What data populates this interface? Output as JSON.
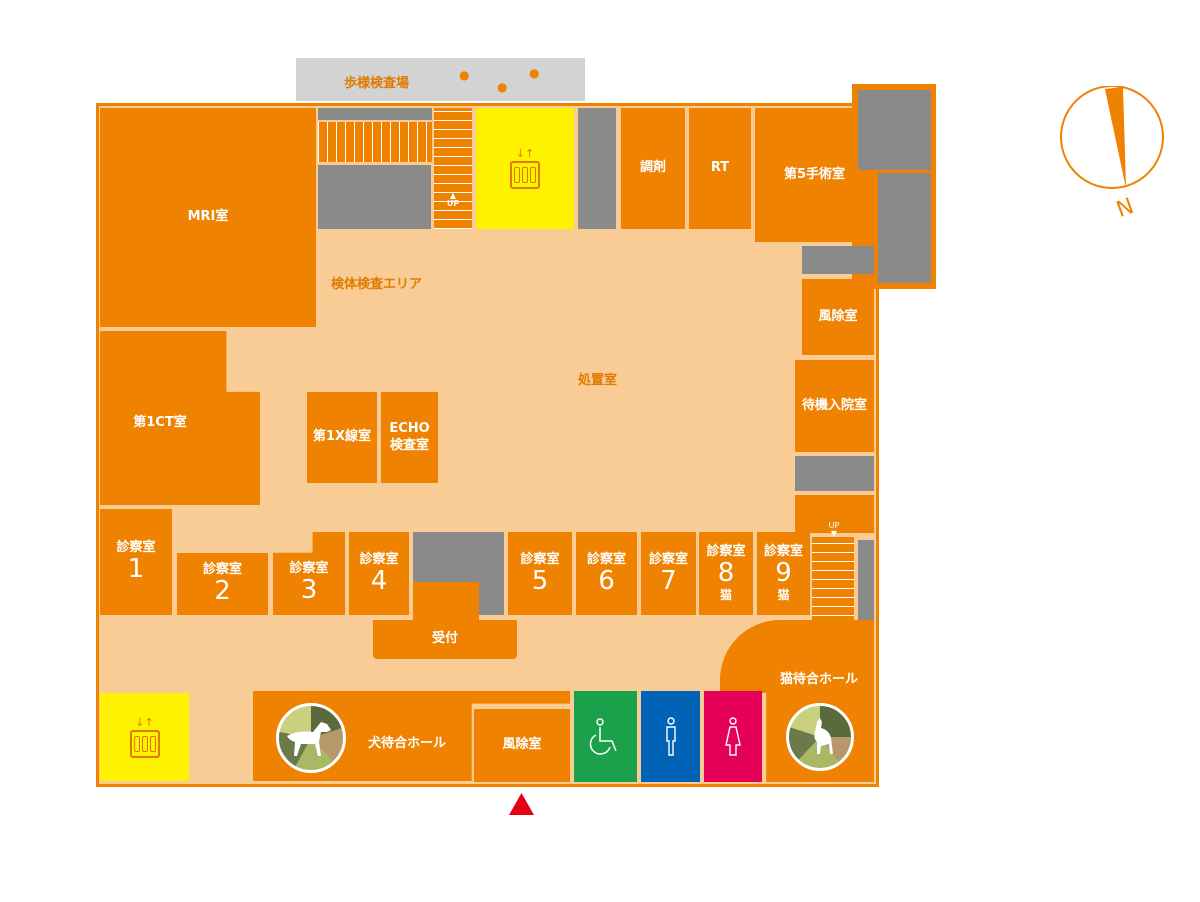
{
  "walk_area": {
    "label": "歩様検査場"
  },
  "compass": {
    "label": "N"
  },
  "corridors": {
    "specimen_area": "検体検査エリア",
    "treatment_room": "処置室"
  },
  "rooms": {
    "mri": "MRI室",
    "ct1": "第1CT室",
    "xray1": "第1X線室",
    "echo_line1": "ECHO",
    "echo_line2": "検査室",
    "dispensing": "調剤",
    "rt": "RT",
    "surgery5": "第5手術室",
    "windbreak_north": "風除室",
    "waiting_admission": "待機入院室",
    "reception": "受付",
    "dog_waiting_hall": "犬待合ホール",
    "cat_waiting_hall": "猫待合ホール",
    "windbreak_entrance": "風除室"
  },
  "exam_rooms": [
    {
      "label": "診察室",
      "number": "1",
      "sub": ""
    },
    {
      "label": "診察室",
      "number": "2",
      "sub": ""
    },
    {
      "label": "診察室",
      "number": "3",
      "sub": ""
    },
    {
      "label": "診察室",
      "number": "4",
      "sub": ""
    },
    {
      "label": "診察室",
      "number": "5",
      "sub": ""
    },
    {
      "label": "診察室",
      "number": "6",
      "sub": ""
    },
    {
      "label": "診察室",
      "number": "7",
      "sub": ""
    },
    {
      "label": "診察室",
      "number": "8",
      "sub": "猫"
    },
    {
      "label": "診察室",
      "number": "9",
      "sub": "猫"
    }
  ],
  "stairs": {
    "up_label": "UP"
  },
  "colors": {
    "room": "#ef8200",
    "floor": "#f9cc95",
    "service": "#8a8a8a",
    "elevator": "#fff200",
    "accessible_toilet": "#1ba14b",
    "mens_toilet": "#0063b6",
    "womens_toilet": "#e5005a",
    "entrance_marker": "#e60012"
  }
}
